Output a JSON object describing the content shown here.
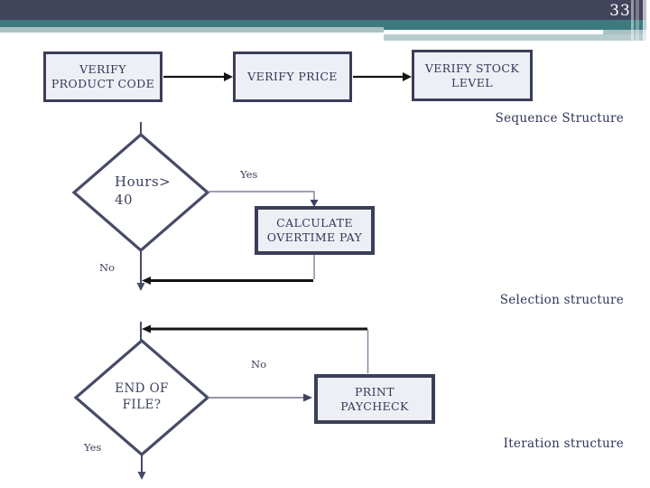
{
  "page_number": "33",
  "colors": {
    "header_dark": "#41445A",
    "header_teal": "#3D7A80",
    "header_sage": "#A9C1C3",
    "box_fill": "#EDEFF5",
    "box_border": "#3A3E58",
    "diamond_border": "#474B68",
    "thin_connector": "#7E82A0",
    "loop_line": "#141414",
    "text": "#343859"
  },
  "sequence": {
    "caption": "Sequence Structure",
    "boxes": [
      {
        "lines": [
          "VERIFY",
          "PRODUCT CODE"
        ]
      },
      {
        "lines": [
          "VERIFY PRICE"
        ]
      },
      {
        "lines": [
          "VERIFY STOCK",
          "LEVEL"
        ]
      }
    ]
  },
  "selection": {
    "caption": "Selection structure",
    "decision_lines": [
      "Hours>",
      "40"
    ],
    "yes_label": "Yes",
    "no_label": "No",
    "action_lines": [
      "CALCULATE",
      "OVERTIME PAY"
    ]
  },
  "iteration": {
    "caption": "Iteration structure",
    "decision_lines": [
      "END OF",
      "FILE?"
    ],
    "no_label": "No",
    "yes_label": "Yes",
    "action_lines": [
      "PRINT",
      "PAYCHECK"
    ]
  }
}
